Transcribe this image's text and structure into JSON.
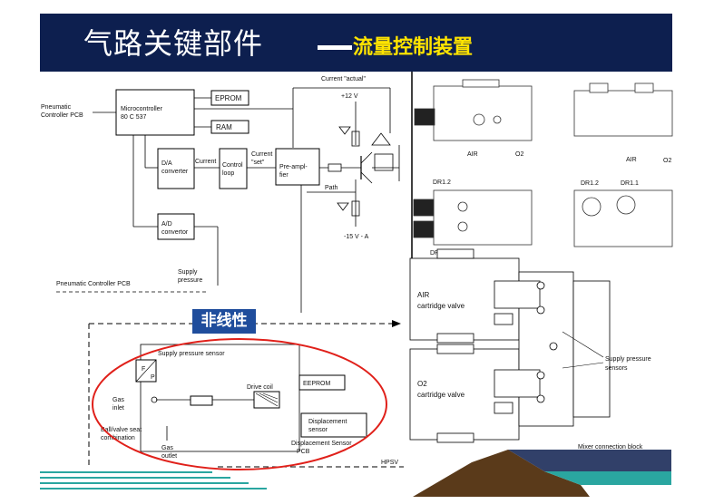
{
  "title": {
    "main": "气路关键部件",
    "sub": "流量控制装置"
  },
  "badge": "非线性",
  "labels": {
    "pneumatic_pcb": [
      "Pneumatic",
      "Controller PCB"
    ],
    "micro": [
      "Microcontroller",
      "80 C 537"
    ],
    "eprom": "EPROM",
    "ram": "RAM",
    "da": [
      "D/A",
      "converter"
    ],
    "current1": "Current",
    "control": [
      "Control",
      "loop"
    ],
    "current_set": [
      "Current",
      "\"set\""
    ],
    "preamp": [
      "Pre-ampl-",
      "fier"
    ],
    "current_actual": "Current \"actual\"",
    "plus12": "+12 V",
    "path": "Path",
    "minus15": "-15 V - A",
    "ad": [
      "A/D",
      "convertor"
    ],
    "supply_pressure": [
      "Supply",
      "pressure"
    ],
    "pneumatic_pcb2": "Pneumatic Controller PCB",
    "supply_sensor": "Supply pressure sensor",
    "p": "P",
    "f": "F",
    "drive_coil": "Drive coil",
    "eeprom": "EEPROM",
    "gas_inlet": [
      "Gas",
      "inlet"
    ],
    "ball_valve": [
      "Ball/valve seat",
      "combination"
    ],
    "displacement": [
      "Displacement",
      "sensor"
    ],
    "disp_pcb": [
      "Displacement Sensor",
      "PCB"
    ],
    "gas_outlet": [
      "Gas",
      "outlet"
    ],
    "hpsv": "HPSV",
    "air_top": "AIR",
    "o2_top": "O2",
    "air_top2": "AIR",
    "o2_top2": "O2",
    "dr12": "DR1.2",
    "dr12b": "DR1.2",
    "dr11": "DR1.1",
    "dr11b": "DR1.1",
    "air_valve": [
      "AIR",
      "cartridge valve"
    ],
    "o2_valve": [
      "O2",
      "cartridge valve"
    ],
    "supply_sensors": [
      "Supply pressure",
      "sensors"
    ],
    "mixer": "Mixer connection block"
  },
  "colors": {
    "title_bg": "#0d1f4f",
    "title_sub": "#ffe400",
    "badge_bg": "#1f4d9c",
    "ellipse": "#e0201a"
  }
}
